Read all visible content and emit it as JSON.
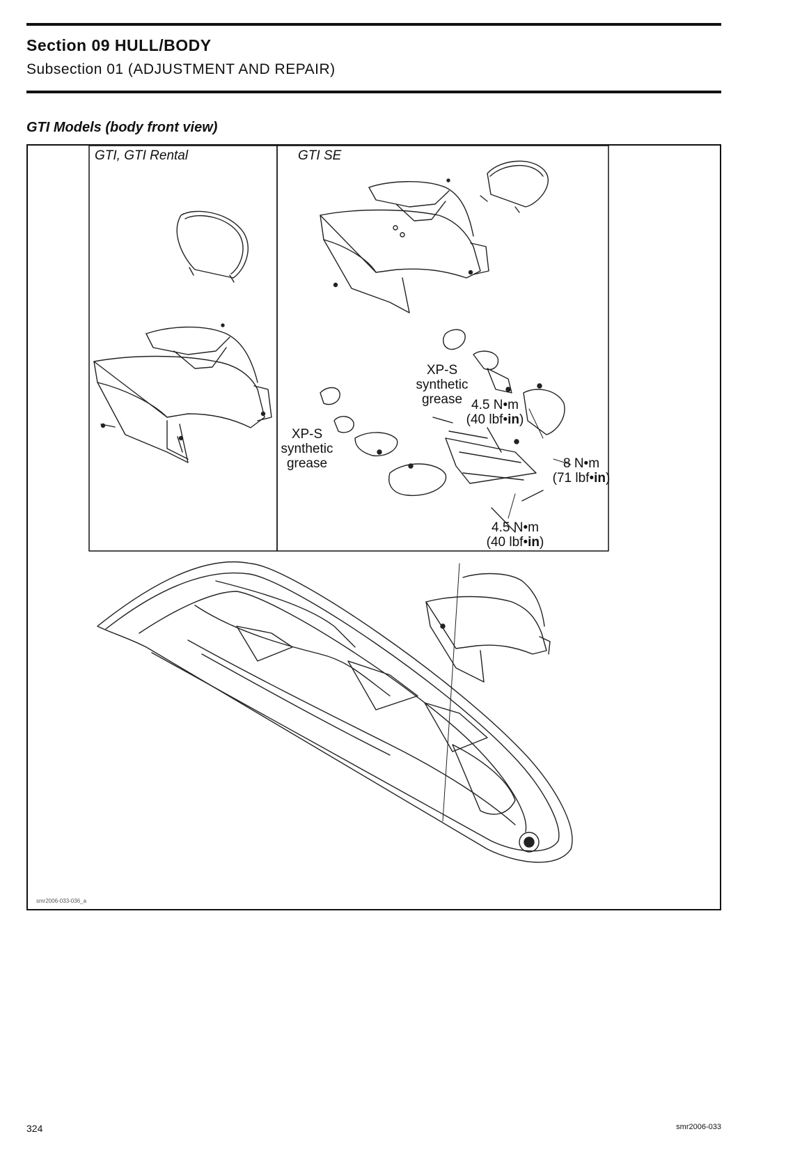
{
  "header": {
    "section": "Section 09 HULL/BODY",
    "subsection": "Subsection 01 (ADJUSTMENT AND REPAIR)"
  },
  "figure": {
    "heading": "GTI Models (body front view)",
    "panel_left_label": "GTI, GTI Rental",
    "panel_right_label": "GTI SE",
    "callouts": {
      "grease_right": [
        "XP-S",
        "synthetic",
        "grease"
      ],
      "grease_left": [
        "XP-S",
        "synthetic",
        "grease"
      ],
      "torque_upper": "4.5 N•m",
      "torque_upper_imp_value": "(40 lbf•",
      "torque_upper_imp_unit": "in",
      "torque_upper_imp_close": ")",
      "torque_right": "8 N•m",
      "torque_right_imp_value": "(71 lbf•",
      "torque_right_imp_unit": "in",
      "torque_right_imp_close": ")",
      "torque_lower": "4.5 N•m",
      "torque_lower_imp_value": "(40 lbf•",
      "torque_lower_imp_unit": "in",
      "torque_lower_imp_close": ")"
    },
    "code": "smr2006-033-036_a"
  },
  "footer": {
    "page_number": "324",
    "doc_code": "smr2006-033"
  }
}
